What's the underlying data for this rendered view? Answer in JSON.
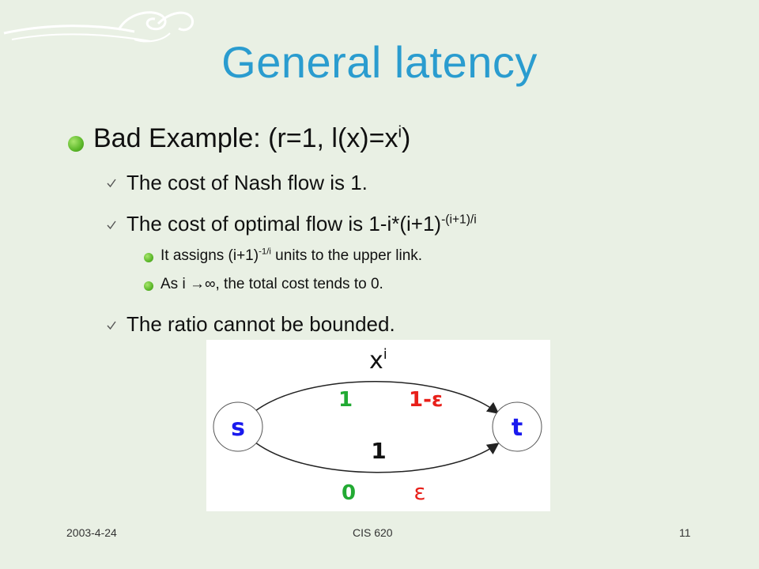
{
  "title": "General latency",
  "bullet": {
    "main": "Bad Example: (r=1, l(x)=x",
    "main_sup": "i",
    "main_end": ")"
  },
  "points": {
    "p1": "The cost of Nash flow is 1.",
    "p2": "The cost of optimal flow is 1-i*(i+1)",
    "p2_sup": "-(i+1)/i",
    "p3": "The ratio cannot be bounded."
  },
  "subpoints": {
    "s1_a": "It assigns (i+1)",
    "s1_sup": "-1/i",
    "s1_b": " units to the upper link.",
    "s2_a": "As i ",
    "s2_arrow": "→",
    "s2_b": "∞, the total cost tends to 0."
  },
  "diagram": {
    "node_s": "s",
    "node_t": "t",
    "upper_latency": "x",
    "upper_latency_sup": "i",
    "lower_latency": "1",
    "nash_upper": "1",
    "nash_lower": "0",
    "opt_upper": "1-ε",
    "opt_lower": "ε",
    "colors": {
      "nash": "#22aa33",
      "opt": "#e8201a",
      "node": "#1a1aee"
    }
  },
  "footer": {
    "date": "2003-4-24",
    "course": "CIS 620",
    "page": "11"
  }
}
